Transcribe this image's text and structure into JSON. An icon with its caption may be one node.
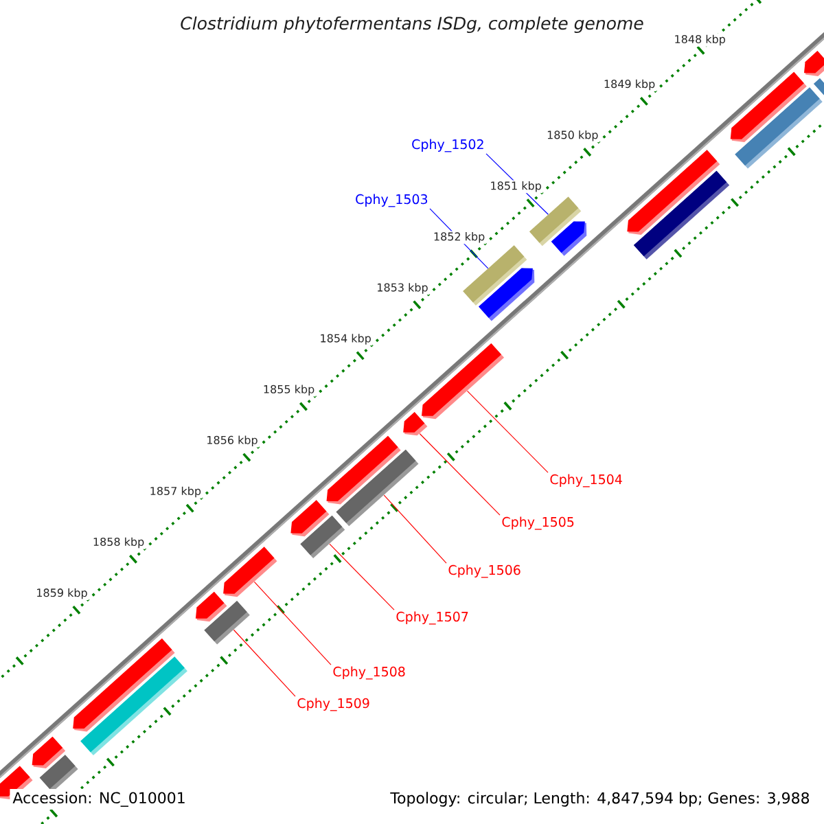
{
  "diagram": {
    "title": "Clostridium phytofermentans ISDg, complete genome",
    "nodes": [
      {
        "text": [
          "Cphy_1502"
        ]
      },
      {
        "text": [
          "Cphy_1503"
        ]
      },
      {
        "text": [
          "Cphy_1504"
        ]
      },
      {
        "text": [
          "Cphy_1505"
        ]
      },
      {
        "text": [
          "Cphy_1506"
        ]
      },
      {
        "text": [
          "Cphy_1507"
        ]
      },
      {
        "text": [
          "Cphy_1508"
        ]
      },
      {
        "text": [
          "Cphy_1509"
        ]
      },
      {
        "text": [],
        "shape": "pentagon"
      },
      {
        "text": [],
        "shape": "bar"
      },
      {
        "text": [],
        "shape": "pentagon"
      },
      {
        "text": [],
        "shape": "bar"
      },
      {
        "text": [],
        "shape": "pentagon"
      },
      {
        "text": [],
        "shape": "bar"
      },
      {
        "text": [],
        "shape": "bar"
      },
      {
        "text": [],
        "shape": "pentagon"
      },
      {
        "text": [],
        "shape": "bar"
      },
      {
        "text": [],
        "shape": "pentagon"
      },
      {
        "text": [],
        "shape": "pentagon"
      },
      {
        "text": [],
        "shape": "pentagon"
      },
      {
        "text": [],
        "shape": "pentagon"
      },
      {
        "text": [],
        "shape": "bar"
      },
      {
        "text": [],
        "shape": "pentagon"
      },
      {
        "text": [],
        "shape": "bar"
      },
      {
        "text": [],
        "shape": "pentagon"
      },
      {
        "text": [],
        "shape": "pentagon"
      },
      {
        "text": [],
        "shape": "bar"
      },
      {
        "text": [],
        "shape": "pentagon"
      },
      {
        "text": [],
        "shape": "bar"
      },
      {
        "text": [],
        "shape": "pentagon"
      },
      {
        "text": [],
        "shape": "bar"
      },
      {
        "text": [],
        "shape": "pentagon"
      }
    ],
    "edges": [
      {
        "from": 0,
        "to": 14,
        "arrow": "none",
        "color": "#0000ff"
      },
      {
        "from": 1,
        "to": 16,
        "arrow": "none",
        "color": "#0000ff"
      },
      {
        "from": 2,
        "to": 18,
        "arrow": "none"
      },
      {
        "from": 3,
        "to": 19,
        "arrow": "none"
      },
      {
        "from": 4,
        "to": 21,
        "arrow": "none"
      },
      {
        "from": 5,
        "to": 23,
        "arrow": "none"
      },
      {
        "from": 6,
        "to": 24,
        "arrow": "none"
      },
      {
        "from": 7,
        "to": 26,
        "arrow": "none"
      }
    ],
    "labels": [
      "1848 kbp",
      "1849 kbp",
      "1850 kbp",
      "1851 kbp",
      "1852 kbp",
      "1853 kbp",
      "1854 kbp",
      "1855 kbp",
      "1856 kbp",
      "1857 kbp",
      "1858 kbp",
      "1859 kbp",
      "Accession: NC_010001",
      "Topology: circular; Length: 4,847,594 bp; Genes: 3,988"
    ]
  }
}
